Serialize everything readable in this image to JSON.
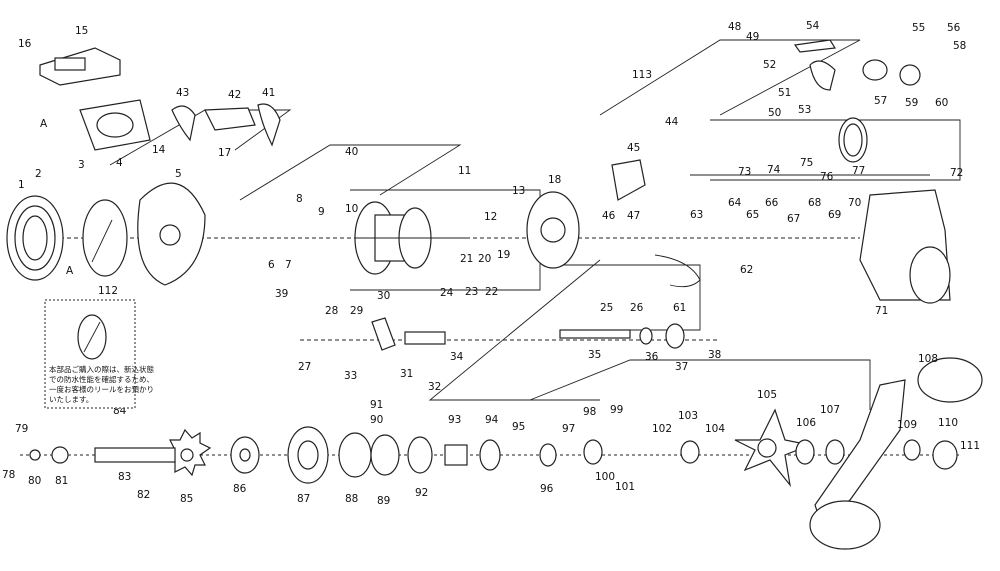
{
  "diagram": {
    "part_numbers": [
      "1",
      "2",
      "3",
      "4",
      "5",
      "6",
      "7",
      "8",
      "9",
      "10",
      "11",
      "12",
      "13",
      "14",
      "15",
      "16",
      "17",
      "18",
      "19",
      "20",
      "21",
      "22",
      "23",
      "24",
      "25",
      "26",
      "27",
      "28",
      "29",
      "30",
      "31",
      "32",
      "33",
      "34",
      "35",
      "36",
      "37",
      "38",
      "39",
      "40",
      "41",
      "42",
      "43",
      "44",
      "45",
      "46",
      "47",
      "48",
      "49",
      "50",
      "51",
      "52",
      "53",
      "54",
      "55",
      "56",
      "57",
      "58",
      "59",
      "60",
      "61",
      "62",
      "63",
      "64",
      "65",
      "66",
      "67",
      "68",
      "69",
      "70",
      "71",
      "72",
      "73",
      "74",
      "75",
      "76",
      "77",
      "78",
      "79",
      "80",
      "81",
      "82",
      "83",
      "84",
      "85",
      "86",
      "87",
      "88",
      "89",
      "90",
      "91",
      "92",
      "93",
      "94",
      "95",
      "96",
      "97",
      "98",
      "99",
      "100",
      "101",
      "102",
      "103",
      "104",
      "105",
      "106",
      "107",
      "108",
      "109",
      "110",
      "111",
      "112",
      "113"
    ],
    "callout_letter": "A",
    "note_lines": [
      "本部品ご購入の際は、新込状態",
      "での防水性能を確認するため、",
      "一度お客様のリールをお預かり",
      "いたします。"
    ]
  }
}
